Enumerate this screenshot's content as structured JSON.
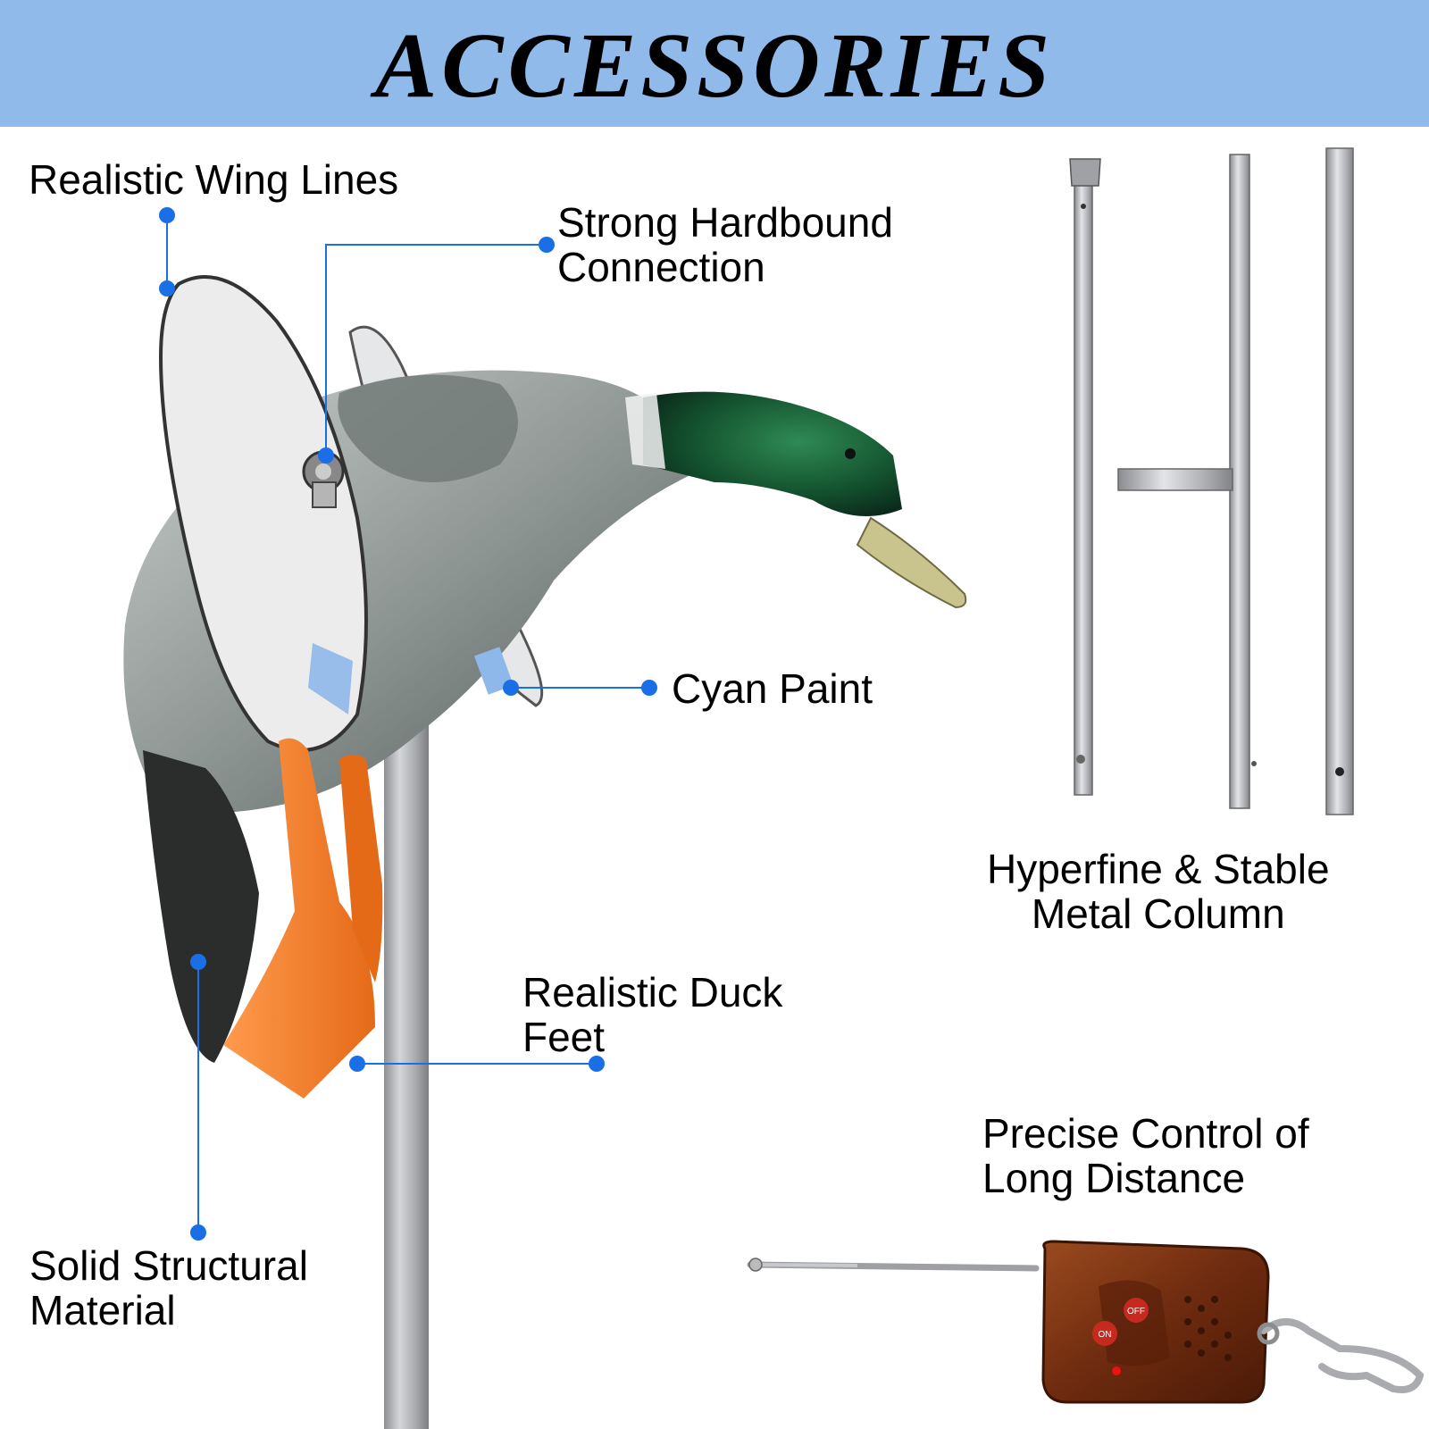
{
  "banner": {
    "title": "ACCESSORIES"
  },
  "callouts": {
    "wing_lines": "Realistic Wing Lines",
    "connection_line1": "Strong Hardbound",
    "connection_line2": "Connection",
    "cyan_paint": "Cyan Paint",
    "duck_feet_line1": "Realistic Duck",
    "duck_feet_line2": "Feet",
    "structural_line1": "Solid Structural",
    "structural_line2": "Material",
    "column_line1": "Hyperfine & Stable",
    "column_line2": "Metal Column",
    "control_line1": "Precise Control of",
    "control_line2": "Long Distance"
  },
  "remote": {
    "on_label": "ON",
    "off_label": "OFF"
  },
  "colors": {
    "banner": "#8fbaea",
    "callout_dot": "#1a6fe6",
    "callout_line": "#1a6fe6"
  }
}
